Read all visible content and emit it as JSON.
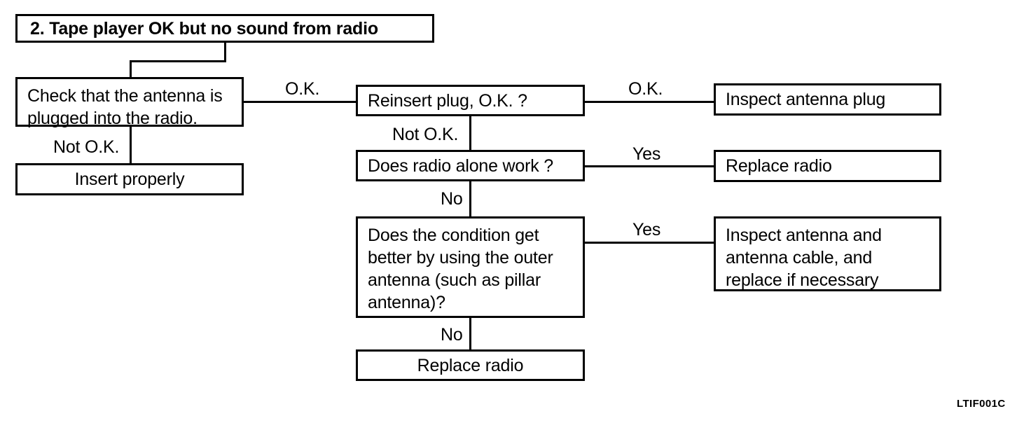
{
  "diagram": {
    "title_box": {
      "label": "2. Tape player OK but no sound from radio"
    },
    "nodes": [
      {
        "id": "check_antenna",
        "label": "Check that the antenna is\nplugged into the radio."
      },
      {
        "id": "insert_properly",
        "label": "Insert properly"
      },
      {
        "id": "reinsert_plug",
        "label": "Reinsert plug, O.K. ?"
      },
      {
        "id": "inspect_plug",
        "label": "Inspect antenna plug"
      },
      {
        "id": "radio_alone",
        "label": "Does radio alone work ?"
      },
      {
        "id": "replace_radio_1",
        "label": "Replace radio"
      },
      {
        "id": "outer_antenna",
        "label": "Does the condition get\nbetter by using the outer\nantenna (such as pillar\nantenna)?"
      },
      {
        "id": "inspect_cable",
        "label": "Inspect antenna and\nantenna cable, and\nreplace if necessary"
      },
      {
        "id": "replace_radio_2",
        "label": "Replace radio"
      }
    ],
    "edge_labels": {
      "check_ok": "O.K.",
      "check_not_ok": "Not O.K.",
      "reinsert_ok": "O.K.",
      "reinsert_not_ok": "Not O.K.",
      "radio_alone_yes": "Yes",
      "radio_alone_no": "No",
      "outer_antenna_yes": "Yes",
      "outer_antenna_no": "No"
    },
    "footer_code": "LTIF001C",
    "colors": {
      "background": "#ffffff",
      "stroke": "#000000",
      "text": "#000000"
    }
  }
}
